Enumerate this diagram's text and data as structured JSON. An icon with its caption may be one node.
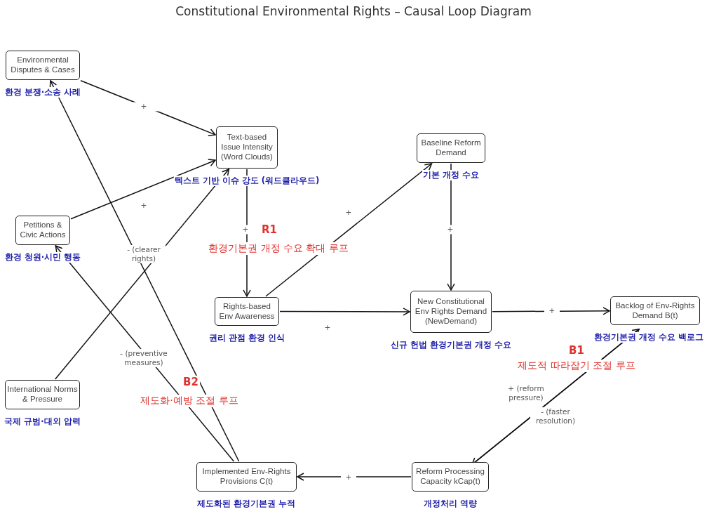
{
  "diagram": {
    "title": "Constitutional Environmental Rights – Causal Loop Diagram",
    "nodes": [
      {
        "text": [
          "Environmental Disputes & Cases"
        ],
        "beside": [
          "환경 분쟁·소송 사례"
        ]
      },
      {
        "text": [
          "Text-based Issue Intensity (Word Clouds)"
        ],
        "beside": [
          "텍스트 기반 이슈 강도 (워드클라우드)"
        ]
      },
      {
        "text": [
          "Baseline Reform Demand"
        ],
        "beside": [
          "기본 개정 수요"
        ]
      },
      {
        "text": [
          "Petitions & Civic Actions"
        ],
        "beside": [
          "환경 청원·시민 행동"
        ]
      },
      {
        "text": [
          "Rights-based Env Awareness"
        ],
        "beside": [
          "권리 관점 환경 인식"
        ]
      },
      {
        "text": [
          "New Constitutional Env Rights Demand (NewDemand)"
        ],
        "beside": [
          "신규 헌법 환경기본권 개정 수요"
        ]
      },
      {
        "text": [
          "Backlog of Env-Rights Demand B(t)"
        ],
        "beside": [
          "환경기본권 개정 수요 백로그"
        ]
      },
      {
        "text": [
          "International Norms & Pressure"
        ],
        "beside": [
          "국제 규범·대외 압력"
        ]
      },
      {
        "text": [
          "Implemented Env-Rights Provisions C(t)"
        ],
        "beside": [
          "제도화된 환경기본권 누적"
        ]
      },
      {
        "text": [
          "Reform Processing Capacity kCap(t)"
        ],
        "beside": [
          "개정처리 역량"
        ]
      }
    ],
    "edges": [
      {
        "from": 0,
        "to": 1,
        "arrow": "to",
        "label": "+"
      },
      {
        "from": 3,
        "to": 1,
        "arrow": "to",
        "label": "+"
      },
      {
        "from": 7,
        "to": 1,
        "arrow": "to"
      },
      {
        "from": 1,
        "to": 4,
        "arrow": "to",
        "label": "+"
      },
      {
        "from": 4,
        "to": 2,
        "arrow": "to",
        "label": "+"
      },
      {
        "from": 2,
        "to": 5,
        "arrow": "to",
        "label": "+"
      },
      {
        "from": 4,
        "to": 5,
        "arrow": "to",
        "label": "+"
      },
      {
        "from": 5,
        "to": 6,
        "arrow": "to",
        "label": "+"
      },
      {
        "from": 6,
        "to": 9,
        "arrow": "to",
        "label": "+ (reform pressure)"
      },
      {
        "from": 9,
        "to": 6,
        "arrow": "to",
        "label": "- (faster resolution)"
      },
      {
        "from": 9,
        "to": 8,
        "arrow": "to",
        "label": "+"
      },
      {
        "from": 8,
        "to": 3,
        "arrow": "to",
        "label": "- (preventive measures)"
      },
      {
        "from": 8,
        "to": 0,
        "arrow": "to",
        "label": "- (clearer rights)"
      }
    ],
    "labels": [
      "R1",
      "환경기본권 개정 수요 확대 루프",
      "B2",
      "제도화·예방 조절 루프",
      "B1",
      "제도적 따라잡기 조절 루프"
    ]
  }
}
